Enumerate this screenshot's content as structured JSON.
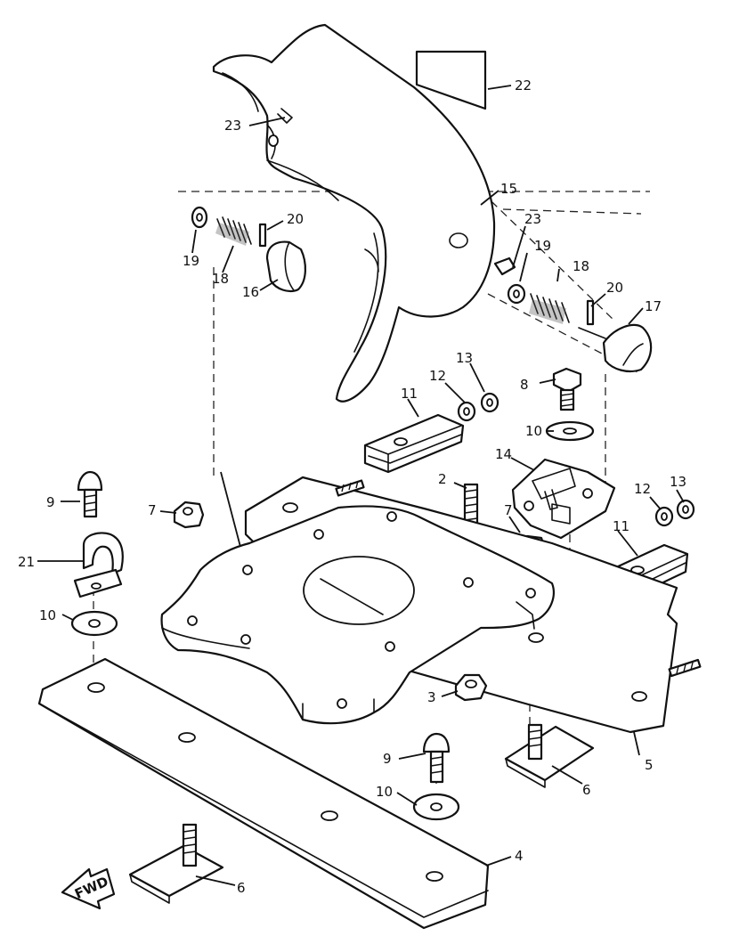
{
  "callouts": [
    "22",
    "23",
    "15",
    "20",
    "19",
    "18",
    "16",
    "23",
    "19",
    "18",
    "20",
    "17",
    "13",
    "12",
    "8",
    "11",
    "10",
    "14",
    "2",
    "9",
    "7",
    "12",
    "13",
    "7",
    "21",
    "11",
    "10",
    "3",
    "5",
    "9",
    "6",
    "10",
    "4",
    "6"
  ],
  "fwd_label": "FWD",
  "colors": {
    "line": "#111111",
    "paper": "#ffffff"
  }
}
